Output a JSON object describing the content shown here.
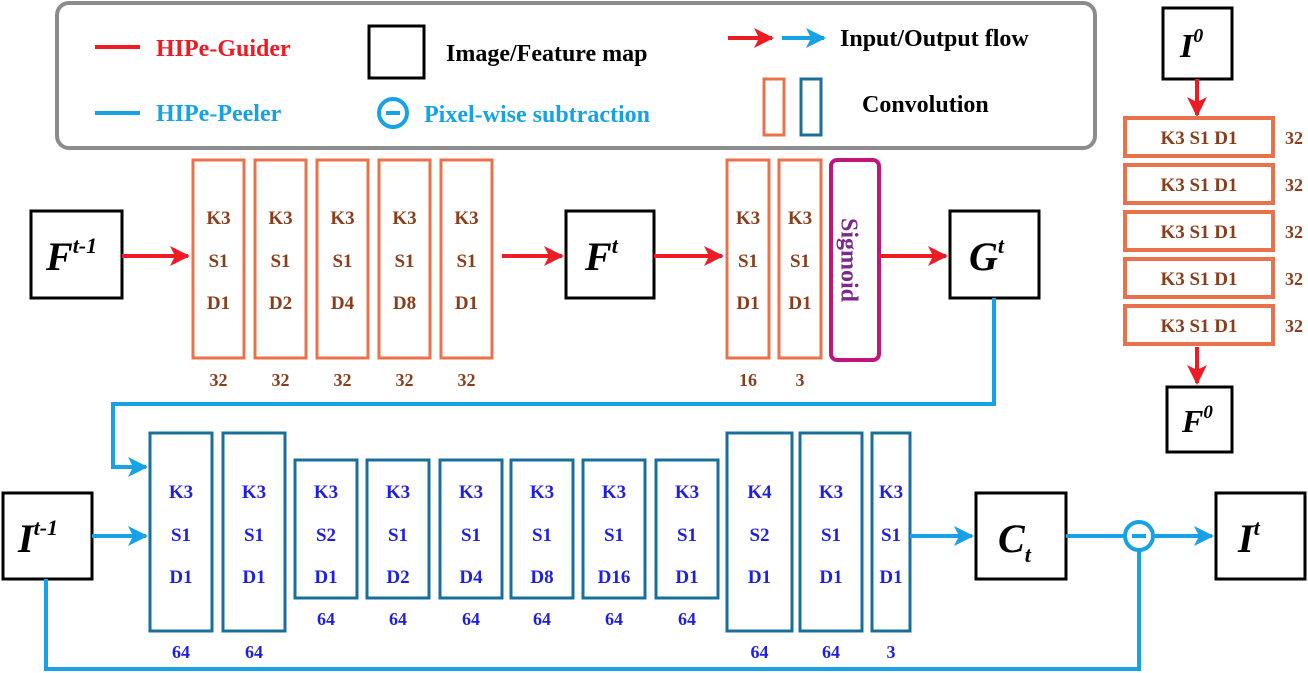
{
  "colors": {
    "red": "#ee1b24",
    "blue": "#16a2e4",
    "orange_box": "#e9714b",
    "blue_box": "#1a6f9a",
    "guider_text": "#8a3d1c",
    "peeler_text": "#1f1fe0",
    "sigmoid": "#c0157a",
    "sigmoid_text": "#7b2a8c",
    "legend_border": "#8c8c8c"
  },
  "legend": {
    "guider": "HIPe-Guider",
    "peeler": "HIPe-Peeler",
    "feature_map": "Image/Feature map",
    "subtraction": "Pixel-wise subtraction",
    "flow": "Input/Output flow",
    "convolution": "Convolution"
  },
  "nodes": {
    "f_prev": {
      "base": "F",
      "sup": "t-1"
    },
    "f_cur": {
      "base": "F",
      "sup": "t"
    },
    "g_cur": {
      "base": "G",
      "sup": "t"
    },
    "i_prev": {
      "base": "I",
      "sup": "t-1"
    },
    "c_cur": {
      "base": "C",
      "sub": "t"
    },
    "i_cur": {
      "base": "I",
      "sup": "t"
    },
    "i_zero": {
      "base": "I",
      "sup": "0"
    },
    "f_zero": {
      "base": "F",
      "sup": "0"
    }
  },
  "guider": {
    "blocks": [
      {
        "k": "K3",
        "s": "S1",
        "d": "D1",
        "ch": "32"
      },
      {
        "k": "K3",
        "s": "S1",
        "d": "D2",
        "ch": "32"
      },
      {
        "k": "K3",
        "s": "S1",
        "d": "D4",
        "ch": "32"
      },
      {
        "k": "K3",
        "s": "S1",
        "d": "D8",
        "ch": "32"
      },
      {
        "k": "K3",
        "s": "S1",
        "d": "D1",
        "ch": "32"
      }
    ],
    "head_blocks": [
      {
        "k": "K3",
        "s": "S1",
        "d": "D1",
        "ch": "16"
      },
      {
        "k": "K3",
        "s": "S1",
        "d": "D1",
        "ch": "3"
      }
    ],
    "sigmoid": "Sigmoid"
  },
  "peeler": {
    "blocks": [
      {
        "k": "K3",
        "s": "S1",
        "d": "D1",
        "ch": "64"
      },
      {
        "k": "K3",
        "s": "S1",
        "d": "D1",
        "ch": "64"
      },
      {
        "k": "K3",
        "s": "S2",
        "d": "D1",
        "ch": "64"
      },
      {
        "k": "K3",
        "s": "S1",
        "d": "D2",
        "ch": "64"
      },
      {
        "k": "K3",
        "s": "S1",
        "d": "D4",
        "ch": "64"
      },
      {
        "k": "K3",
        "s": "S1",
        "d": "D8",
        "ch": "64"
      },
      {
        "k": "K3",
        "s": "S1",
        "d": "D16",
        "ch": "64"
      },
      {
        "k": "K3",
        "s": "S1",
        "d": "D1",
        "ch": "64"
      },
      {
        "k": "K4",
        "s": "S2",
        "d": "D1",
        "ch": "64"
      },
      {
        "k": "K3",
        "s": "S1",
        "d": "D1",
        "ch": "64"
      },
      {
        "k": "K3",
        "s": "S1",
        "d": "D1",
        "ch": "3"
      }
    ]
  },
  "init": {
    "blocks": [
      {
        "label": "K3 S1 D1",
        "ch": "32"
      },
      {
        "label": "K3 S1 D1",
        "ch": "32"
      },
      {
        "label": "K3 S1 D1",
        "ch": "32"
      },
      {
        "label": "K3 S1 D1",
        "ch": "32"
      },
      {
        "label": "K3 S1 D1",
        "ch": "32"
      }
    ]
  }
}
